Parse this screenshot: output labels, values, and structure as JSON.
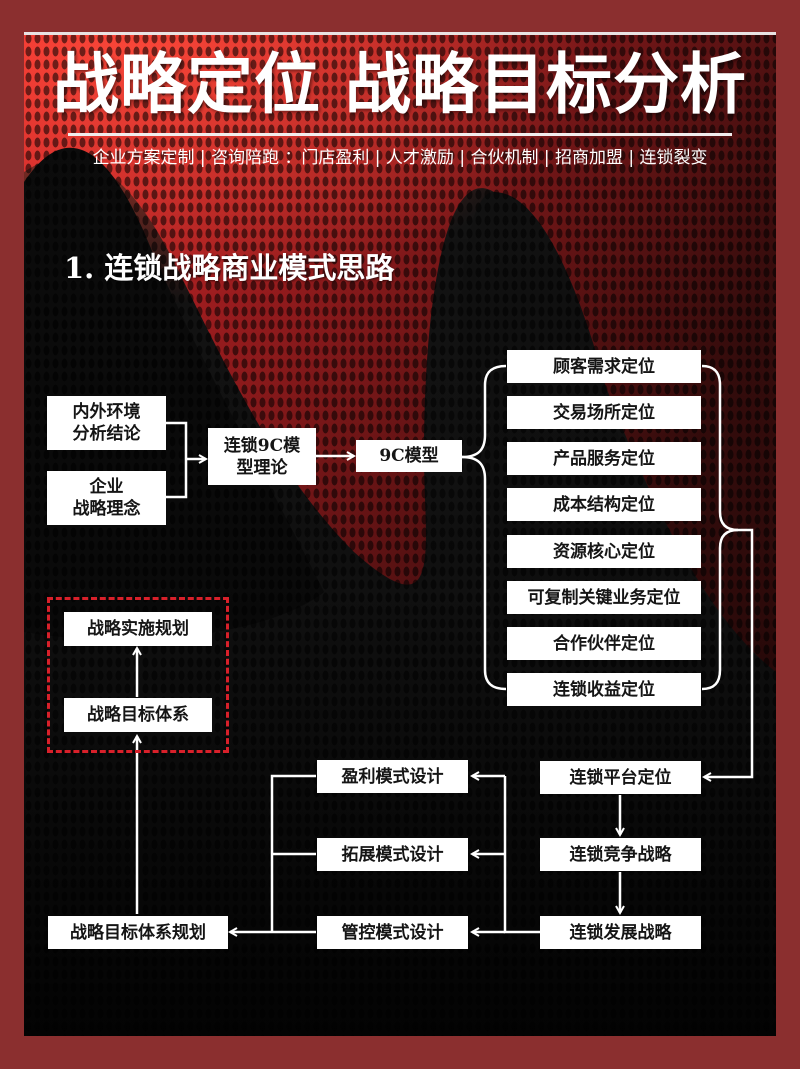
{
  "header": {
    "title": "战略定位 战略目标分析",
    "tagline": "企业方案定制 | 咨询陪跑 ：门店盈利 | 人才激励 | 合伙机制 | 招商加盟 | 连锁裂变"
  },
  "section": {
    "title": "1. 连锁战略商业模式思路"
  },
  "colors": {
    "border": "#8b2f2f",
    "panel": "#0b0b0b",
    "accent_red": "#d8202a",
    "node_bg": "#ffffff",
    "node_text": "#151515",
    "connector": "#ffffff"
  },
  "diagram": {
    "inputs": [
      {
        "id": "env",
        "label": "内外环境\n分析结论"
      },
      {
        "id": "philosophy",
        "label": "企业\n战略理念"
      }
    ],
    "theory": {
      "id": "theory",
      "label": "连锁9C模\n型理论"
    },
    "model": {
      "id": "model9c",
      "label": "9C模型"
    },
    "nine_c": [
      {
        "id": "c1",
        "label": "顾客需求定位"
      },
      {
        "id": "c2",
        "label": "交易场所定位"
      },
      {
        "id": "c3",
        "label": "产品服务定位"
      },
      {
        "id": "c4",
        "label": "成本结构定位"
      },
      {
        "id": "c5",
        "label": "资源核心定位"
      },
      {
        "id": "c6",
        "label": "可复制关键业务定位"
      },
      {
        "id": "c7",
        "label": "合作伙伴定位"
      },
      {
        "id": "c8",
        "label": "连锁收益定位"
      }
    ],
    "chain_strategy": [
      {
        "id": "platform",
        "label": "连锁平台定位"
      },
      {
        "id": "competition",
        "label": "连锁竞争战略"
      },
      {
        "id": "development",
        "label": "连锁发展战略"
      }
    ],
    "design_modes": [
      {
        "id": "profit",
        "label": "盈利模式设计"
      },
      {
        "id": "expansion",
        "label": "拓展模式设计"
      },
      {
        "id": "control",
        "label": "管控模式设计"
      }
    ],
    "goal_planning": {
      "id": "goal_plan",
      "label": "战略目标体系规划"
    },
    "outcome_group": [
      {
        "id": "implementation",
        "label": "战略实施规划"
      },
      {
        "id": "goal_system",
        "label": "战略目标体系"
      }
    ],
    "edges": [
      [
        "env",
        "theory"
      ],
      [
        "philosophy",
        "theory"
      ],
      [
        "theory",
        "model9c"
      ],
      [
        "model9c",
        "c1..c8"
      ],
      [
        "c1..c8",
        "platform"
      ],
      [
        "platform",
        "competition"
      ],
      [
        "competition",
        "development"
      ],
      [
        "development",
        "profit"
      ],
      [
        "development",
        "expansion"
      ],
      [
        "development",
        "control"
      ],
      [
        "profit",
        "goal_plan"
      ],
      [
        "expansion",
        "goal_plan"
      ],
      [
        "control",
        "goal_plan"
      ],
      [
        "goal_plan",
        "goal_system"
      ],
      [
        "goal_system",
        "implementation"
      ]
    ]
  }
}
